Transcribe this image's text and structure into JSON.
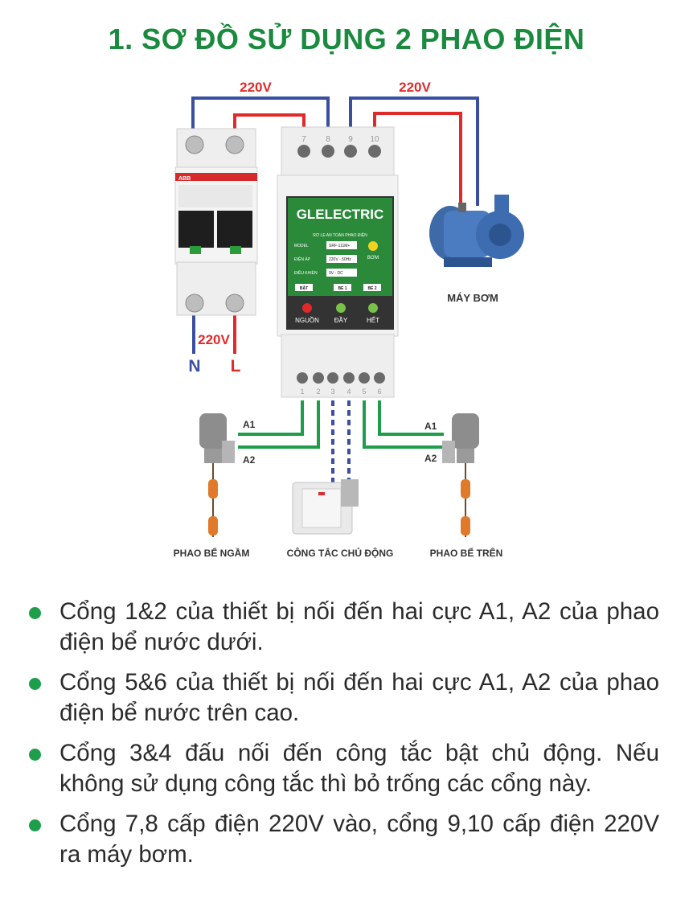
{
  "title": "1. SƠ ĐỒ SỬ DỤNG 2 PHAO ĐIỆN",
  "colors": {
    "title_green": "#1a8a3f",
    "wire_blue": "#3a4fa0",
    "wire_red": "#e02a2a",
    "wire_green": "#1e9e4a",
    "bullet_green": "#1e9e4a",
    "device_green": "#2a8a3a"
  },
  "diagram": {
    "voltage_left": "220V",
    "voltage_right": "220V",
    "voltage_input": "220V",
    "neutral": "N",
    "live": "L",
    "top_terminals": [
      "7",
      "8",
      "9",
      "10"
    ],
    "bottom_terminals": [
      "1",
      "2",
      "3",
      "4",
      "5",
      "6"
    ],
    "brand": "GLELECTRIC",
    "device_subtitle": "RƠ LE AN TOÀN PHAO ĐIỆN",
    "spec_labels": [
      "MODEL",
      "ĐIỆN ÁP",
      "ĐIỀU KHIỂN"
    ],
    "spec_values": [
      "SRF-111M+",
      "220V - 50Hz",
      "9V - DC"
    ],
    "pump_indicator_label": "BƠM",
    "button_labels": [
      "BẬT",
      "BỂ 1",
      "BỂ 2"
    ],
    "led_labels": [
      "NGUỒN",
      "ĐẦY",
      "HẾT"
    ],
    "breaker_brand": "ABB",
    "pump_label": "MÁY BƠM",
    "left_float": {
      "a1": "A1",
      "a2": "A2",
      "label": "PHAO BỂ NGẦM"
    },
    "right_float": {
      "a1": "A1",
      "a2": "A2",
      "label": "PHAO BỂ TRÊN"
    },
    "switch_label": "CÔNG TẮC CHỦ ĐỘNG"
  },
  "bullets": [
    "Cổng 1&2 của thiết bị nối đến hai cực A1, A2 của phao điện bể nước dưới.",
    "Cổng 5&6 của thiết bị nối đến hai cực A1, A2 của phao điện bể nước trên cao.",
    "Cổng 3&4 đấu nối đến công tắc bật chủ động. Nếu không sử dụng công tắc thì bỏ trống các cổng này.",
    "Cổng 7,8 cấp điện 220V vào, cổng 9,10 cấp điện 220V ra máy bơm."
  ]
}
